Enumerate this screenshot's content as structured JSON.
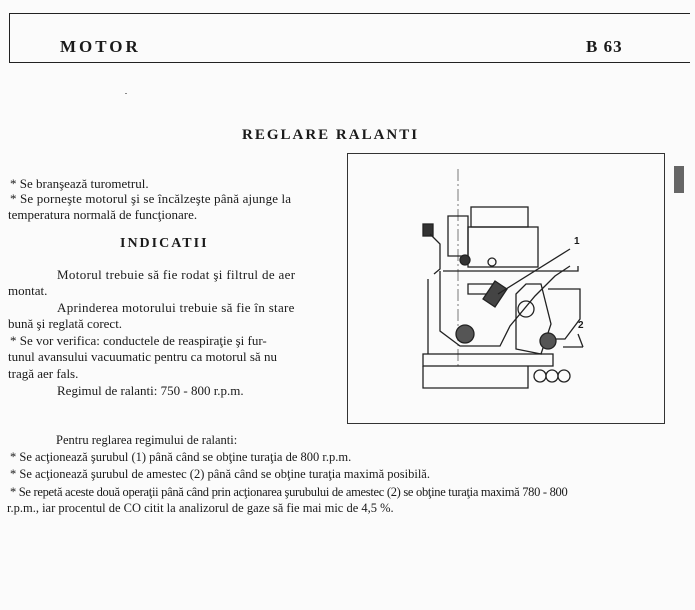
{
  "header": {
    "section": "MOTOR",
    "page_code": "B 63"
  },
  "title": "REGLARE RALANTI",
  "intro": [
    "*  Se branşează turometrul.",
    "*  Se porneşte motorul şi se încălzeşte până ajunge la",
    "temperatura normală de funcţionare."
  ],
  "indicatii": {
    "heading": "INDICATII",
    "lines": [
      "Motorul trebuie să fie rodat şi filtrul de aer",
      "montat.",
      "Aprinderea motorului trebuie să fie în stare",
      "bună şi reglată corect.",
      "*  Se vor verifica: conductele de reaspiraţie şi fur-",
      "tunul avansului vacuumatic pentru ca motorul să nu",
      "tragă aer fals.",
      "Regimul de ralanti: 750 - 800 r.p.m."
    ]
  },
  "figure": {
    "callouts": [
      "1",
      "2"
    ]
  },
  "procedure": {
    "intro": "Pentru reglarea regimului de ralanti:",
    "steps": [
      "*  Se acţionează şurubul (1) până când se obţine turaţia de 800 r.p.m.",
      "*  Se acţionează şurubul de amestec (2) până când se obţine turaţia maximă posibilă.",
      "*  Se repetă aceste două operaţii până când prin acţionarea şurubului de amestec (2) se obţine turaţia maximă 780 - 800",
      "r.p.m., iar procentul de CO citit la analizorul de gaze să fie mai mic de 4,5 %."
    ]
  }
}
